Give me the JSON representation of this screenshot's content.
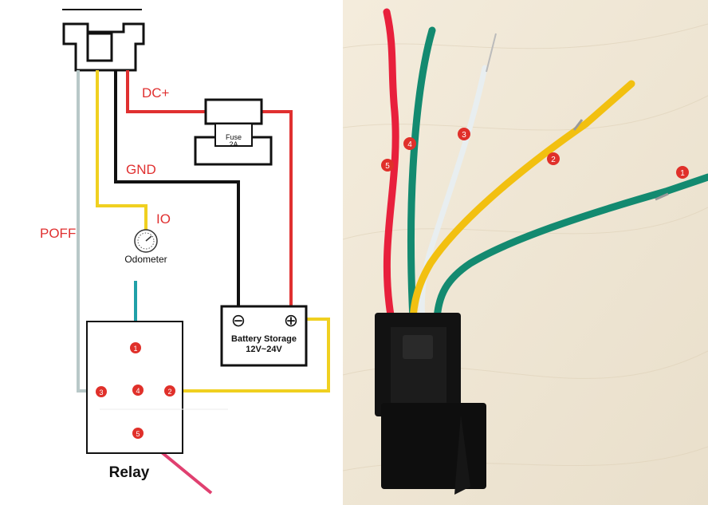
{
  "diagram": {
    "labels": {
      "dc_plus": "DC+",
      "gnd": "GND",
      "io": "IO",
      "poff": "POFF",
      "odometer": "Odometer",
      "relay": "Relay",
      "fuse_line1": "Fuse",
      "fuse_line2": "2A",
      "battery_line1": "Battery Storage",
      "battery_line2": "12V~24V",
      "battery_minus": "⊖",
      "battery_plus": "⊕"
    },
    "relay_pins": [
      "1",
      "2",
      "3",
      "4",
      "5"
    ],
    "colors": {
      "label_red": "#e03030",
      "wire_red": "#e03030",
      "wire_black": "#111111",
      "wire_yellow": "#f0d020",
      "wire_gray": "#b8c8c8",
      "wire_teal": "#20a0a8",
      "wire_pink": "#e04070",
      "pin_badge": "#e0302a"
    }
  },
  "photo": {
    "wire_numbers": [
      "5",
      "4",
      "3",
      "2",
      "1"
    ],
    "colors": {
      "wire_5": "#e8203c",
      "wire_4": "#138a70",
      "wire_3": "#e8eef0",
      "wire_2": "#f2c010",
      "wire_1": "#138a70",
      "relay_body": "#121212",
      "background": "#efe6d4"
    }
  }
}
